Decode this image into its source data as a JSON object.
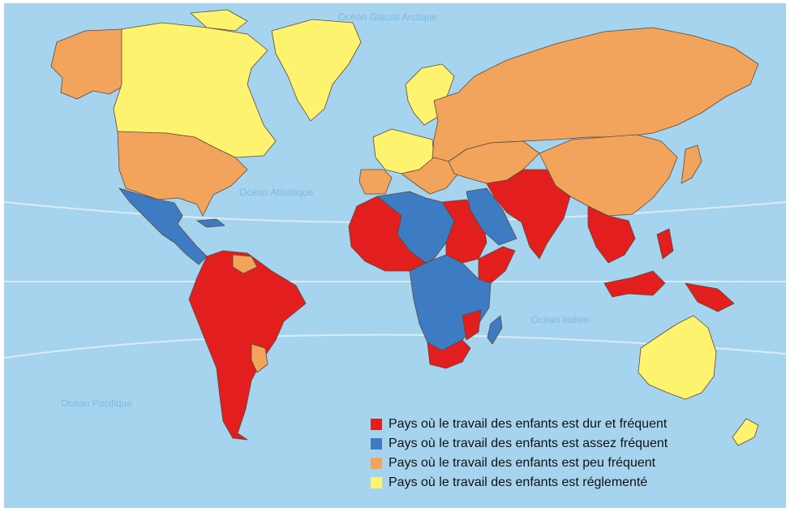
{
  "oceans": {
    "arctic": "Océan Glacial Arctique",
    "atlantic": "Océan Atlantique",
    "indian": "Océan Indien",
    "pacific": "Océan Pacifique"
  },
  "colors": {
    "ocean": "#a6d4ee",
    "hard_frequent": "#e31e1e",
    "fairly_frequent": "#3d7cc3",
    "infrequent": "#f2a45c",
    "regulated": "#fdf36e"
  },
  "legend": [
    {
      "label": "Pays où le travail des enfants est dur et fréquent",
      "color": "#e31e1e"
    },
    {
      "label": "Pays où le travail des enfants est assez fréquent",
      "color": "#3d7cc3"
    },
    {
      "label": "Pays où le travail des enfants est peu fréquent",
      "color": "#f2a45c"
    },
    {
      "label": "Pays où le travail des enfants est réglementé",
      "color": "#fdf36e"
    }
  ]
}
